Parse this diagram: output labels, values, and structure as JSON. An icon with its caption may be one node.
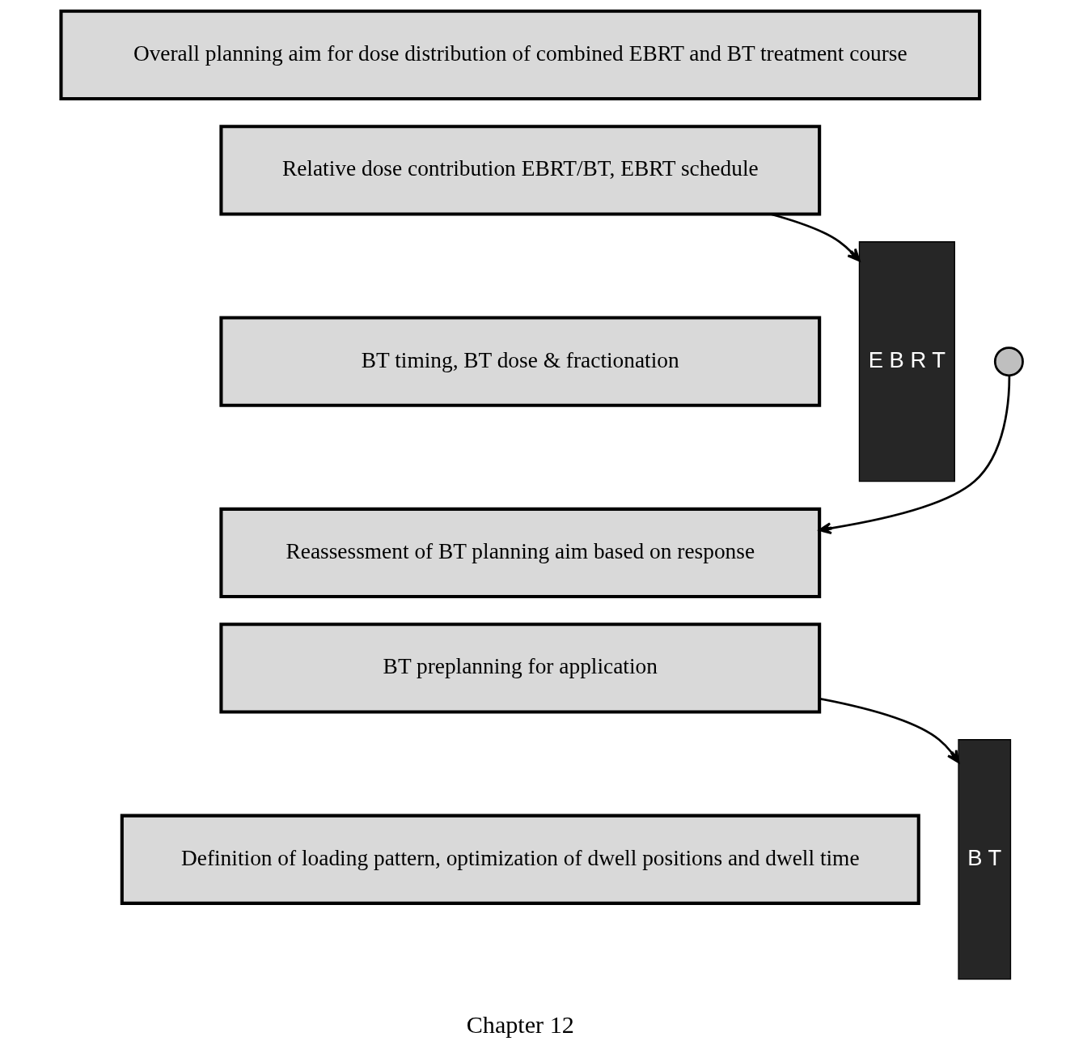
{
  "diagram": {
    "nodes": [
      {
        "text": [
          "Overall planning aim for dose distribution of combined EBRT and BT treatment course"
        ]
      },
      {
        "text": [
          "Relative dose contribution EBRT/BT, EBRT schedule"
        ]
      },
      {
        "text": [
          "BT timing, BT dose & fractionation"
        ]
      },
      {
        "text": [
          "Reassessment of BT planning aim based on response"
        ]
      },
      {
        "text": [
          "BT preplanning for application"
        ]
      },
      {
        "text": [
          "Definition of loading pattern, optimization of dwell positions and dwell time"
        ]
      },
      {
        "text": [
          "E B R T"
        ]
      },
      {
        "text": [
          "B T"
        ]
      },
      {
        "text": [],
        "shape": "circle"
      }
    ],
    "edges": [
      {
        "from": 1,
        "to": 6,
        "arrow": "to"
      },
      {
        "from": 4,
        "to": 7,
        "arrow": "to"
      },
      {
        "from": 8,
        "to": 3,
        "arrow": "to"
      }
    ],
    "labels": [
      "Chapter 12"
    ]
  }
}
